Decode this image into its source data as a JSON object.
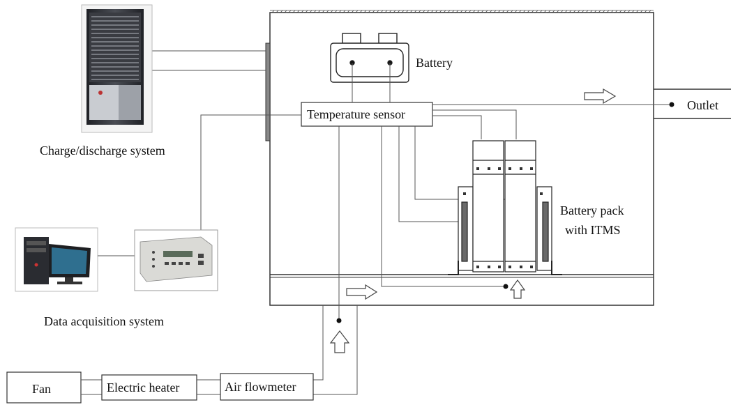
{
  "labels": {
    "battery": "Battery",
    "temperature_sensor": "Temperature sensor",
    "outlet": "Outlet",
    "charge_discharge_system": "Charge/discharge system",
    "battery_pack_line1": "Battery pack",
    "battery_pack_line2": "with ITMS",
    "data_acquisition_system": "Data acquisition system",
    "fan": "Fan",
    "electric_heater": "Electric heater",
    "air_flowmeter": "Air flowmeter"
  },
  "colors": {
    "line": "#555555",
    "chamber_wall": "#333333",
    "cabinet_dark": "#2e3035",
    "cabinet_light": "#c9ccd1",
    "monitor_screen": "#2f6f8f",
    "instrument_body": "#dadad6"
  },
  "icons": [
    "server-cabinet-icon",
    "computer-icon",
    "data-logger-icon",
    "flow-arrow-icon",
    "sensor-point-icon"
  ]
}
